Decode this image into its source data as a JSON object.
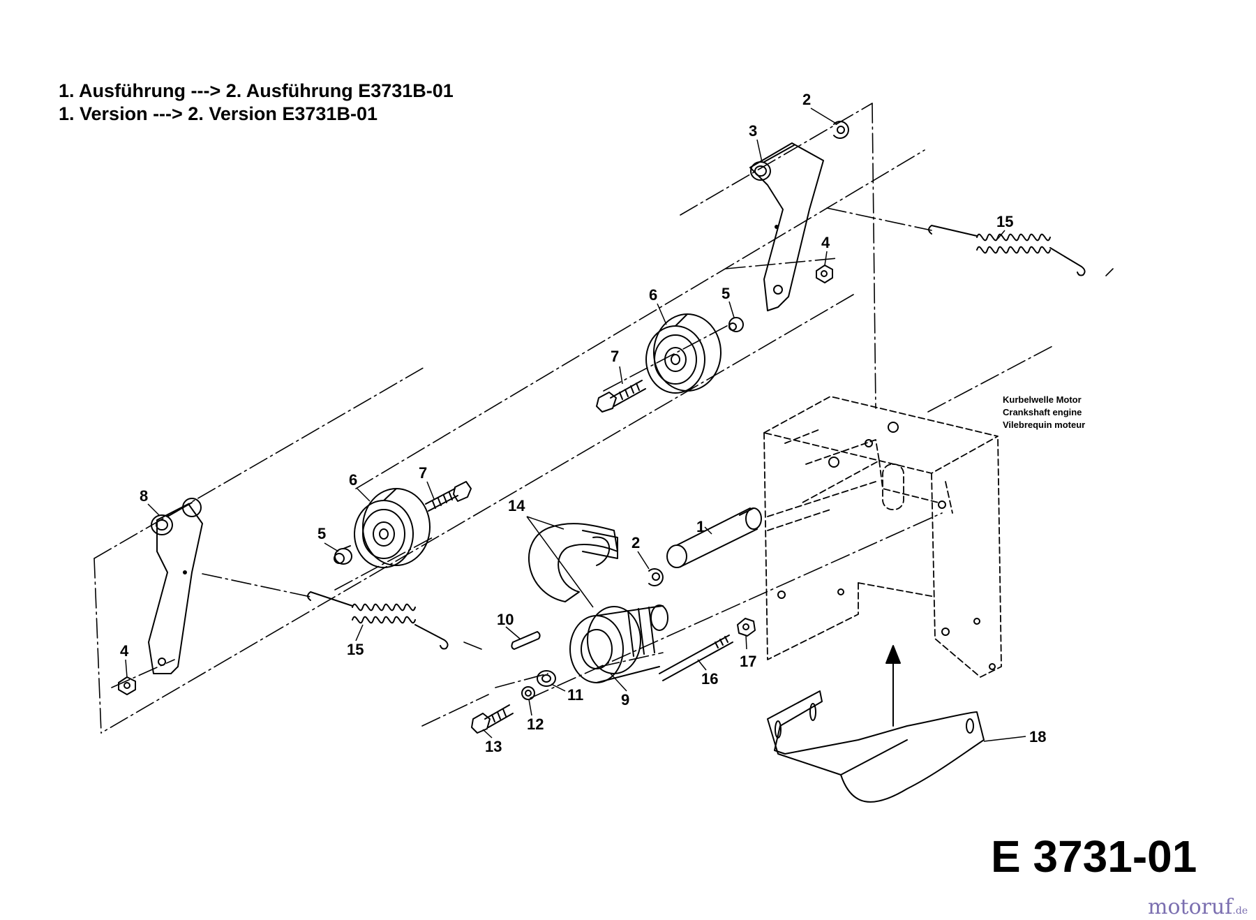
{
  "header": {
    "line1": "1. Ausführung ---> 2. Ausführung E3731B-01",
    "line2": "1. Version ---> 2. Version E3731B-01"
  },
  "crankshaft_note": {
    "de": "Kurbelwelle Motor",
    "en": "Crankshaft engine",
    "fr": "Vilebrequin moteur"
  },
  "diagram_code": "E 3731-01",
  "watermark": {
    "name": "motoruf",
    "tld": ".de"
  },
  "part_numbers": [
    "1",
    "2",
    "2",
    "3",
    "4",
    "4",
    "5",
    "5",
    "6",
    "6",
    "7",
    "7",
    "8",
    "9",
    "10",
    "11",
    "12",
    "13",
    "14",
    "15",
    "15",
    "16",
    "17",
    "18"
  ],
  "colors": {
    "ink": "#000000",
    "watermark": "#7b6fb0"
  }
}
